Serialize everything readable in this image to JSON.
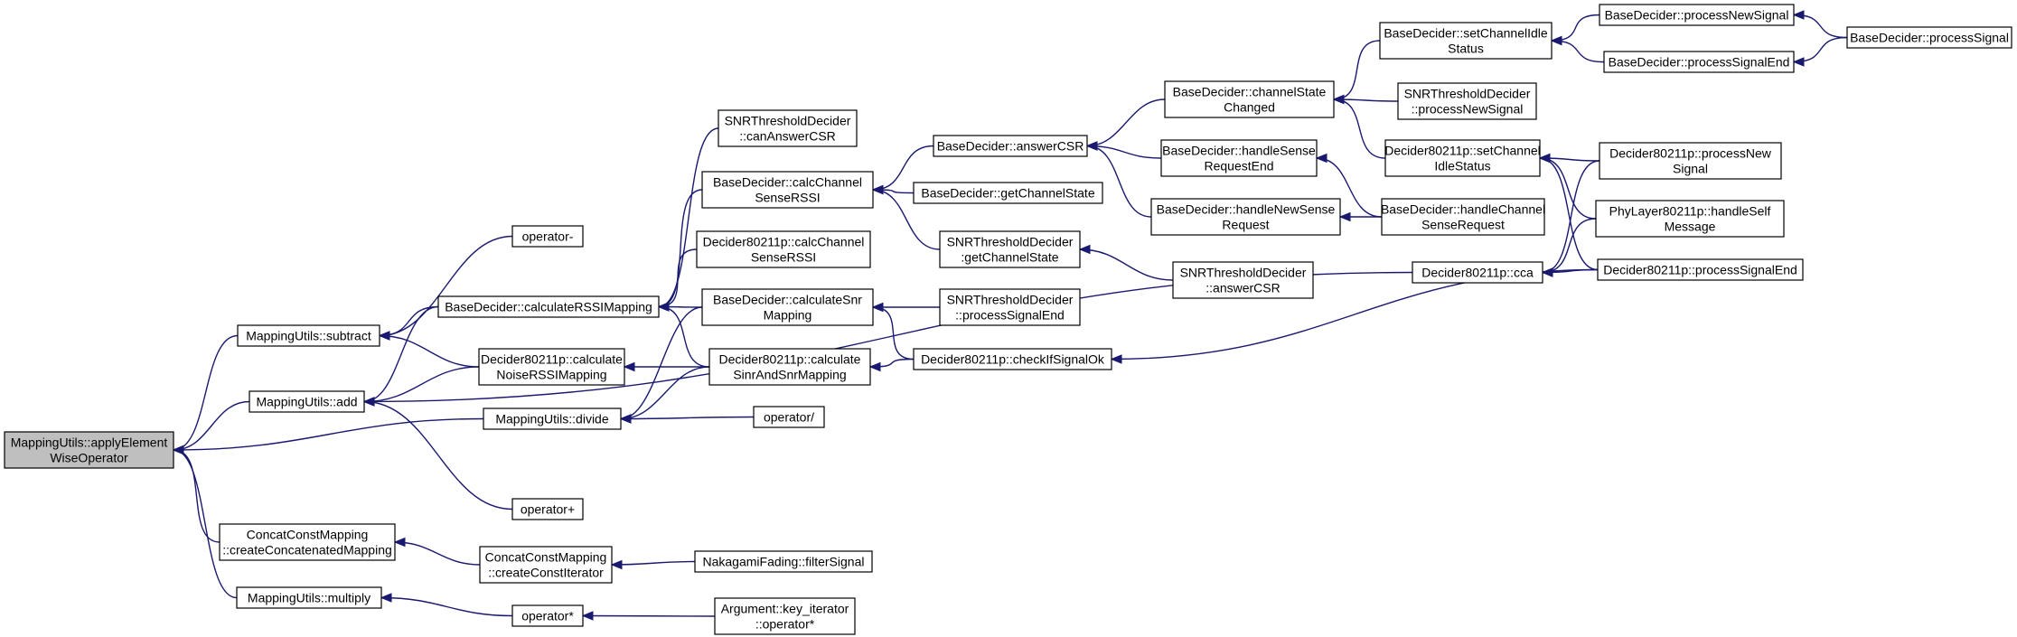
{
  "nodes": [
    {
      "id": "n0",
      "lines": [
        "MappingUtils::applyElement",
        "WiseOperator"
      ],
      "root": true
    },
    {
      "id": "n1",
      "lines": [
        "MappingUtils::subtract"
      ]
    },
    {
      "id": "n2",
      "lines": [
        "MappingUtils::add"
      ]
    },
    {
      "id": "n3",
      "lines": [
        "ConcatConstMapping",
        "::createConcatenatedMapping"
      ]
    },
    {
      "id": "n4",
      "lines": [
        "MappingUtils::multiply"
      ]
    },
    {
      "id": "n5",
      "lines": [
        "operator-"
      ]
    },
    {
      "id": "n6",
      "lines": [
        "BaseDecider::calculateRSSIMapping"
      ]
    },
    {
      "id": "n7",
      "lines": [
        "Decider80211p::calculate",
        "NoiseRSSIMapping"
      ]
    },
    {
      "id": "n8",
      "lines": [
        "MappingUtils::divide"
      ]
    },
    {
      "id": "n9",
      "lines": [
        "operator+"
      ]
    },
    {
      "id": "n10",
      "lines": [
        "ConcatConstMapping",
        "::createConstIterator"
      ]
    },
    {
      "id": "n11",
      "lines": [
        "operator*"
      ]
    },
    {
      "id": "n12",
      "lines": [
        "SNRThresholdDecider",
        "::canAnswerCSR"
      ]
    },
    {
      "id": "n13",
      "lines": [
        "BaseDecider::calcChannel",
        "SenseRSSI"
      ]
    },
    {
      "id": "n14",
      "lines": [
        "Decider80211p::calcChannel",
        "SenseRSSI"
      ]
    },
    {
      "id": "n15",
      "lines": [
        "BaseDecider::calculateSnr",
        "Mapping"
      ]
    },
    {
      "id": "n16",
      "lines": [
        "Decider80211p::calculate",
        "SinrAndSnrMapping"
      ]
    },
    {
      "id": "n17",
      "lines": [
        "operator/"
      ]
    },
    {
      "id": "n18",
      "lines": [
        "NakagamiFading::filterSignal"
      ]
    },
    {
      "id": "n19",
      "lines": [
        "Argument::key_iterator",
        "::operator*"
      ]
    },
    {
      "id": "n20",
      "lines": [
        "BaseDecider::answerCSR"
      ]
    },
    {
      "id": "n21",
      "lines": [
        "BaseDecider::getChannelState"
      ]
    },
    {
      "id": "n22",
      "lines": [
        "SNRThresholdDecider",
        ":getChannelState"
      ]
    },
    {
      "id": "n23",
      "lines": [
        "SNRThresholdDecider",
        "::processSignalEnd"
      ]
    },
    {
      "id": "n24",
      "lines": [
        "Decider80211p::checkIfSignalOk"
      ]
    },
    {
      "id": "n25",
      "lines": [
        "BaseDecider::channelState",
        "Changed"
      ]
    },
    {
      "id": "n26",
      "lines": [
        "BaseDecider::handleSense",
        "RequestEnd"
      ]
    },
    {
      "id": "n27",
      "lines": [
        "BaseDecider::handleNewSense",
        "Request"
      ]
    },
    {
      "id": "n28",
      "lines": [
        "SNRThresholdDecider",
        "::answerCSR"
      ]
    },
    {
      "id": "n29",
      "lines": [
        "Decider80211p::cca"
      ]
    },
    {
      "id": "n30",
      "lines": [
        "BaseDecider::setChannelIdle",
        "Status"
      ]
    },
    {
      "id": "n31",
      "lines": [
        "SNRThresholdDecider",
        "::processNewSignal"
      ]
    },
    {
      "id": "n32",
      "lines": [
        "Decider80211p::setChannel",
        "IdleStatus"
      ]
    },
    {
      "id": "n33",
      "lines": [
        "BaseDecider::handleChannel",
        "SenseRequest"
      ]
    },
    {
      "id": "n34",
      "lines": [
        "BaseDecider::processNewSignal"
      ]
    },
    {
      "id": "n35",
      "lines": [
        "BaseDecider::processSignalEnd"
      ]
    },
    {
      "id": "n36",
      "lines": [
        "Decider80211p::processNew",
        "Signal"
      ]
    },
    {
      "id": "n37",
      "lines": [
        "PhyLayer80211p::handleSelf",
        "Message"
      ]
    },
    {
      "id": "n38",
      "lines": [
        "Decider80211p::processSignalEnd"
      ]
    },
    {
      "id": "n39",
      "lines": [
        "BaseDecider::processSignal"
      ]
    }
  ],
  "edges": [
    {
      "from": "n1",
      "to": "n0"
    },
    {
      "from": "n2",
      "to": "n0"
    },
    {
      "from": "n8",
      "to": "n0"
    },
    {
      "from": "n3",
      "to": "n0"
    },
    {
      "from": "n4",
      "to": "n0"
    },
    {
      "from": "n5",
      "to": "n1"
    },
    {
      "from": "n6",
      "to": "n1"
    },
    {
      "from": "n7",
      "to": "n1"
    },
    {
      "from": "n6",
      "to": "n2"
    },
    {
      "from": "n7",
      "to": "n2"
    },
    {
      "from": "n9",
      "to": "n2"
    },
    {
      "from": "n29",
      "to": "n2"
    },
    {
      "from": "n12",
      "to": "n6"
    },
    {
      "from": "n13",
      "to": "n6"
    },
    {
      "from": "n14",
      "to": "n6"
    },
    {
      "from": "n15",
      "to": "n6"
    },
    {
      "from": "n16",
      "to": "n6"
    },
    {
      "from": "n16",
      "to": "n7"
    },
    {
      "from": "n15",
      "to": "n8"
    },
    {
      "from": "n16",
      "to": "n8"
    },
    {
      "from": "n17",
      "to": "n8"
    },
    {
      "from": "n10",
      "to": "n3"
    },
    {
      "from": "n18",
      "to": "n10"
    },
    {
      "from": "n11",
      "to": "n4"
    },
    {
      "from": "n19",
      "to": "n11"
    },
    {
      "from": "n20",
      "to": "n13"
    },
    {
      "from": "n21",
      "to": "n13"
    },
    {
      "from": "n22",
      "to": "n13"
    },
    {
      "from": "n23",
      "to": "n15"
    },
    {
      "from": "n24",
      "to": "n15"
    },
    {
      "from": "n24",
      "to": "n16"
    },
    {
      "from": "n25",
      "to": "n20"
    },
    {
      "from": "n26",
      "to": "n20"
    },
    {
      "from": "n27",
      "to": "n20"
    },
    {
      "from": "n28",
      "to": "n22"
    },
    {
      "from": "n38",
      "to": "n24"
    },
    {
      "from": "n30",
      "to": "n25"
    },
    {
      "from": "n31",
      "to": "n25"
    },
    {
      "from": "n32",
      "to": "n25"
    },
    {
      "from": "n33",
      "to": "n26"
    },
    {
      "from": "n33",
      "to": "n27"
    },
    {
      "from": "n34",
      "to": "n30"
    },
    {
      "from": "n35",
      "to": "n30"
    },
    {
      "from": "n36",
      "to": "n32"
    },
    {
      "from": "n37",
      "to": "n32"
    },
    {
      "from": "n38",
      "to": "n32"
    },
    {
      "from": "n36",
      "to": "n29"
    },
    {
      "from": "n37",
      "to": "n29"
    },
    {
      "from": "n38",
      "to": "n29"
    },
    {
      "from": "n39",
      "to": "n34"
    },
    {
      "from": "n39",
      "to": "n35"
    }
  ]
}
